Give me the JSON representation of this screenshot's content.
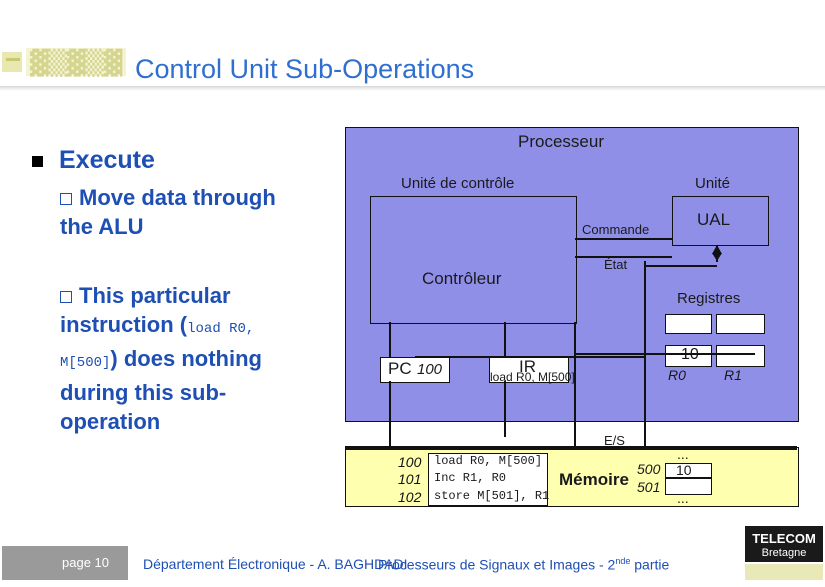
{
  "header": {
    "title": "Control Unit Sub-Operations"
  },
  "bullets": {
    "level1": "Execute",
    "item1": "Move data through the ALU",
    "item2_a": "This particular instruction (",
    "item2_code": "load R0, M[500]",
    "item2_b": ") does nothing during this sub-operation"
  },
  "diagram": {
    "processor_label": "Processeur",
    "control_unit_label": "Unité de contrôle",
    "alu_unit_label": "Unité",
    "alu_label": "UAL",
    "command_label": "Commande",
    "state_label": "État",
    "controller_label": "Contrôleur",
    "registers_label": "Registres",
    "pc_label": "PC",
    "pc_value": "100",
    "ir_label": "IR",
    "ir_value": "load R0, M[500]",
    "r0_label": "R0",
    "r1_label": "R1",
    "r0_value": "10",
    "io_label": "E/S",
    "memory_label": "Mémoire",
    "memory_rows": [
      {
        "addr": "100",
        "instr": "load R0, M[500]"
      },
      {
        "addr": "101",
        "instr": "Inc R1, R0"
      },
      {
        "addr": "102",
        "instr": "store M[501], R1"
      }
    ],
    "data_rows": [
      {
        "addr": "",
        "value": "..."
      },
      {
        "addr": "500",
        "value": "10"
      },
      {
        "addr": "501",
        "value": ""
      },
      {
        "addr": "",
        "value": "..."
      }
    ]
  },
  "footer": {
    "page": "page 10",
    "dept": "Département Électronique - A. BAGHDADI",
    "course_a": "Processeurs de Signaux et Images - 2",
    "course_sup": "nde",
    "course_b": " partie",
    "logo_text_1": "TELECOM",
    "logo_text_2": "Bretagne"
  },
  "colors": {
    "title": "#2f6fd0",
    "bullet_text": "#1e4fb4",
    "processor_fill": "#8f8fe8",
    "memory_fill": "#ffffb0"
  }
}
